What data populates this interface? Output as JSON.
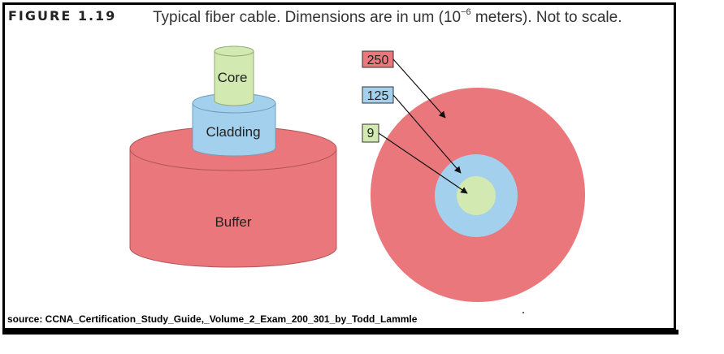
{
  "figure": {
    "number": "FIGURE 1.19",
    "caption_pre": "Typical fiber cable. Dimensions are in um (10",
    "caption_exp": "−6",
    "caption_post": " meters). Not to scale."
  },
  "layers": {
    "core": "Core",
    "cladding": "Cladding",
    "buffer": "Buffer"
  },
  "dimensions": {
    "buffer": "250",
    "cladding": "125",
    "core": "9"
  },
  "colors": {
    "buffer": "#e9777b",
    "cladding": "#a3d0ec",
    "core": "#d3e9b2"
  },
  "source": "source: CCNA_Certification_Study_Guide,_Volume_2_Exam_200_301_by_Todd_Lammle"
}
